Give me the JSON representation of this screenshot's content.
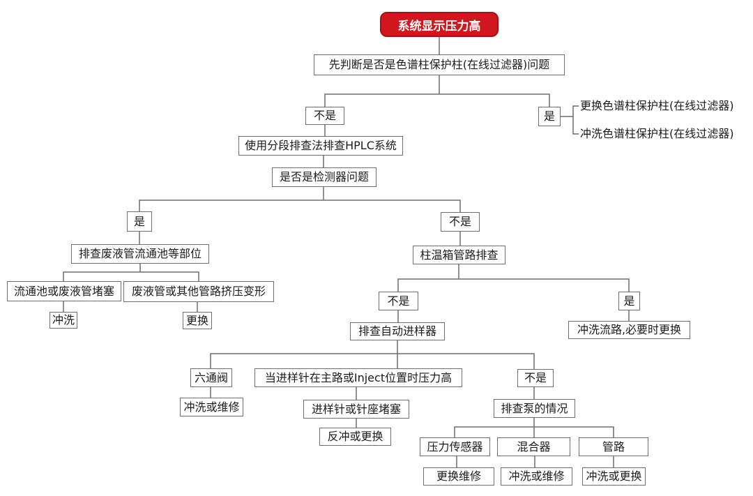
{
  "flowchart": {
    "title": "系统显示压力高",
    "colors": {
      "root_fill": "#d2161e",
      "root_border": "#a60f15",
      "box_border": "#6e6e6e",
      "connector": "#6e6e6e",
      "text": "#1b1b1b",
      "root_text": "#ffffff"
    },
    "nodes": {
      "root": "系统显示压力高",
      "q_guard": "先判断是否是色谱柱保护柱(在线过滤器)问题",
      "guard_no": "不是",
      "guard_yes": "是",
      "guard_yes_replace": "更换色谱柱保护柱(在线过滤器)",
      "guard_yes_flush": "冲洗色谱柱保护柱(在线过滤器)",
      "segment_method": "使用分段排查法排查HPLC系统",
      "q_detector": "是否是检测器问题",
      "detector_yes": "是",
      "detector_no": "不是",
      "check_waste": "排查废液管流通池等部位",
      "flowcell_clog": "流通池或废液管堵塞",
      "flowcell_fix": "冲洗",
      "waste_deform": "废液管或其他管路挤压变形",
      "waste_fix": "更换",
      "check_oven": "柱温箱管路排查",
      "oven_no": "不是",
      "oven_yes": "是",
      "oven_fix": "冲洗流路,必要时更换",
      "check_autosampler": "排查自动进样器",
      "six_valve": "六通阀",
      "six_valve_fix": "冲洗或维修",
      "needle_case": "当进样针在主路或Inject位置时压力高",
      "needle_clog": "进样针或针座堵塞",
      "needle_fix": "反冲或更换",
      "autosampler_no": "不是",
      "check_pump": "排查泵的情况",
      "pressure_sensor": "压力传感器",
      "sensor_fix": "更换维修",
      "mixer": "混合器",
      "mixer_fix": "冲洗或维修",
      "tubing": "管路",
      "tubing_fix": "冲洗或更换"
    }
  }
}
